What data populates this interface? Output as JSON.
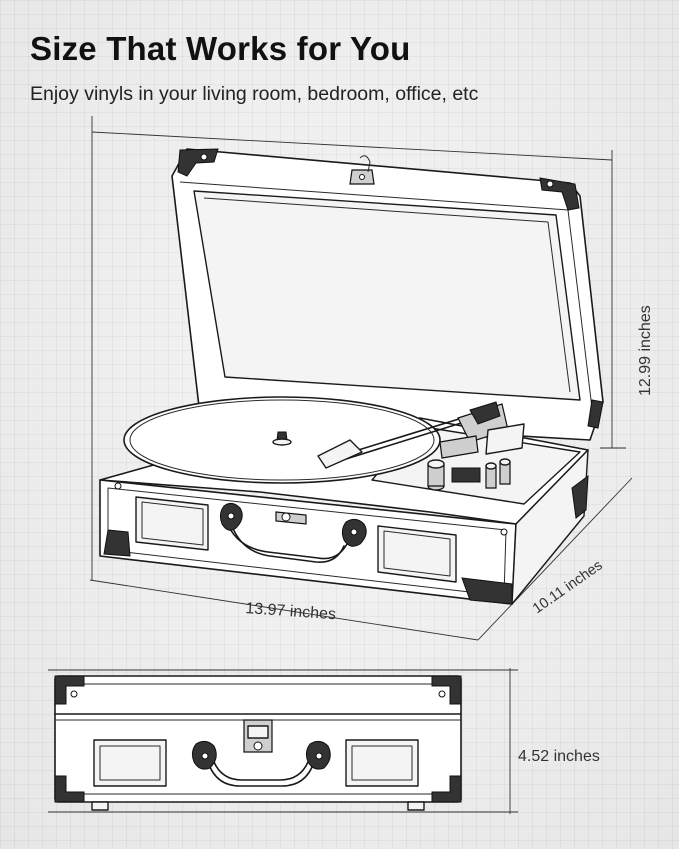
{
  "header": {
    "title": "Size That Works for You",
    "subtitle": "Enjoy vinyls in your living room, bedroom, office, etc"
  },
  "dimensions": {
    "width": "13.97 inches",
    "height": "12.99 inches",
    "depth": "10.11 inches",
    "front_height": "4.52 inches"
  },
  "colors": {
    "background": "#ededed",
    "line": "#1a1a1a",
    "text": "#111111"
  }
}
